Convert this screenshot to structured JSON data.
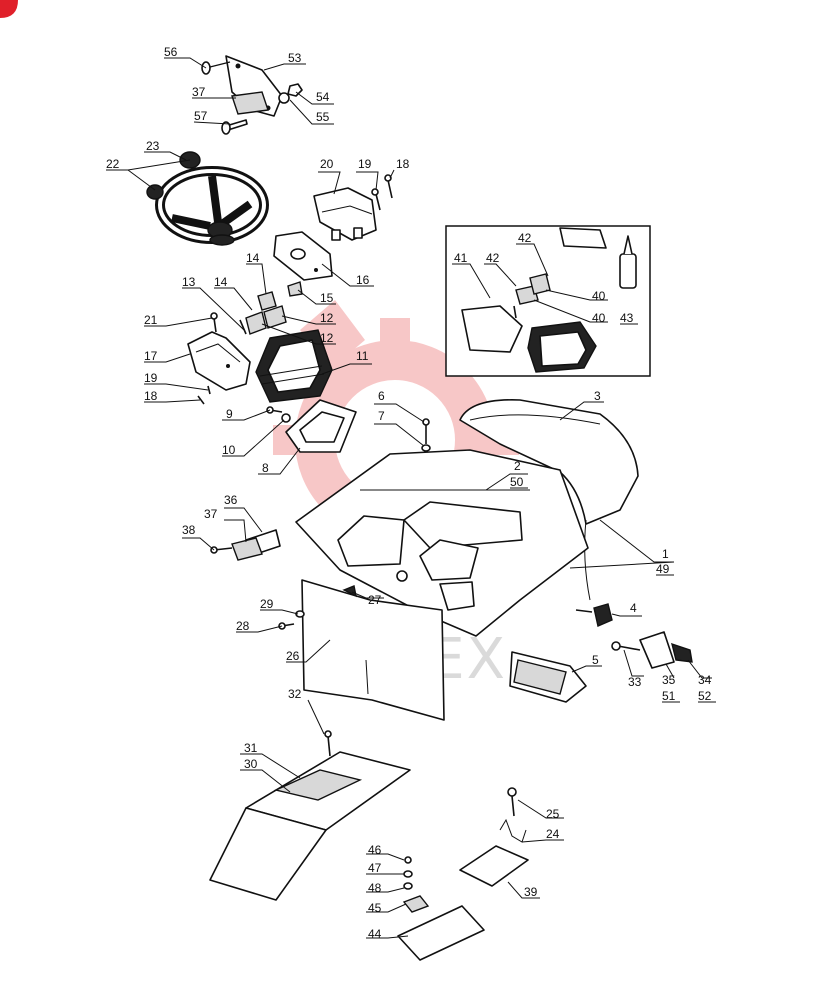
{
  "watermark": {
    "text": "ИНТЕХ",
    "color": "#e63b3b"
  },
  "corner_badge": {
    "color": "#e0202a"
  },
  "labels": [
    "56",
    "53",
    "37",
    "54",
    "57",
    "55",
    "23",
    "22",
    "20",
    "19",
    "18",
    "16",
    "15",
    "14",
    "14",
    "13",
    "12",
    "12",
    "21",
    "17",
    "11",
    "19",
    "18",
    "9",
    "10",
    "8",
    "6",
    "7",
    "3",
    "2",
    "50",
    "1",
    "49",
    "36",
    "37",
    "38",
    "4",
    "5",
    "27",
    "29",
    "28",
    "26",
    "33",
    "35",
    "51",
    "34",
    "52",
    "32",
    "31",
    "30",
    "25",
    "24",
    "46",
    "47",
    "48",
    "45",
    "39",
    "44",
    "42",
    "42",
    "41",
    "40",
    "40",
    "43"
  ]
}
